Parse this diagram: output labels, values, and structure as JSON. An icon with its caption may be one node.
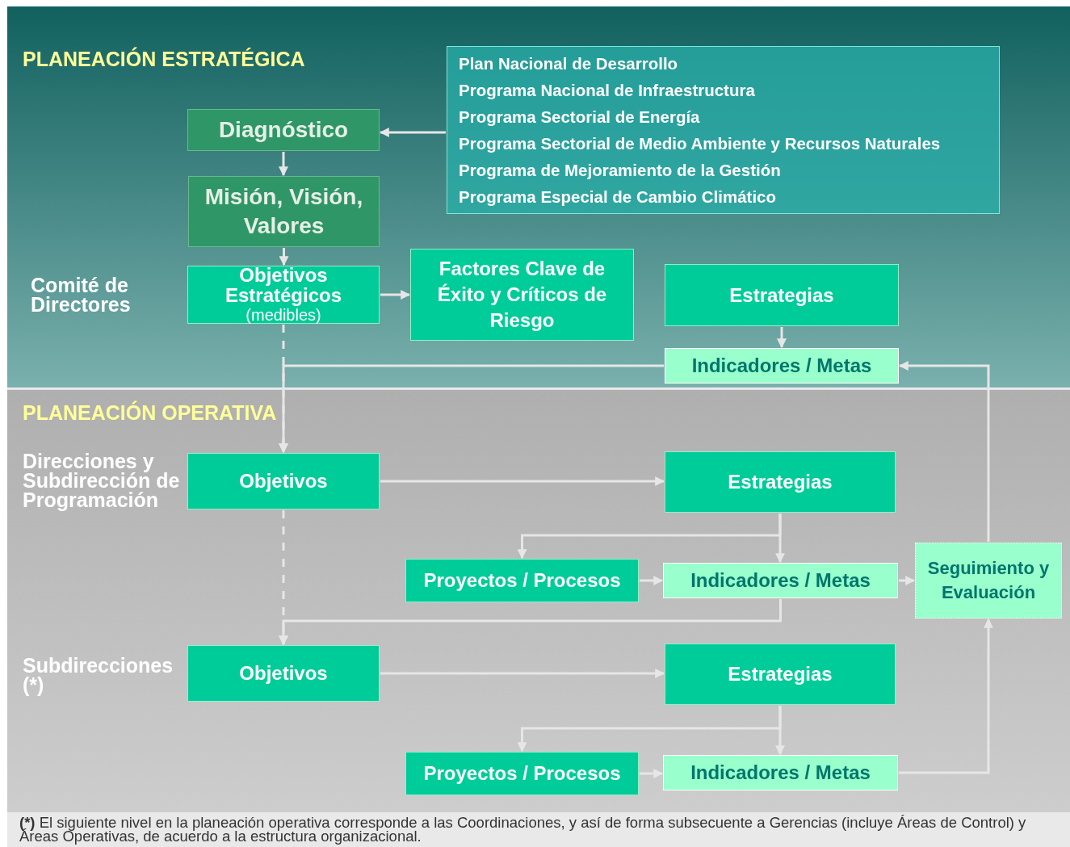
{
  "diagram": {
    "caption": "**(*)** El siguiente nivel en la planeación operativa corresponde a las Coordinaciones, y así de forma subsecuente a Gerencias (incluye Áreas de Control) y Áreas Operativas, de acuerdo a la estructura organizacional.",
    "nodes": [
      {
        "text": [
          "Plan Nacional de Desarrollo",
          "Programa Nacional de Infraestructura",
          "Programa Sectorial de Energía",
          "Programa Sectorial de Medio Ambiente y Recursos Naturales",
          "Programa de Mejoramiento de la Gestión",
          "Programa Especial de Cambio Climático"
        ]
      },
      {
        "text": [
          "Diagnóstico"
        ]
      },
      {
        "text": [
          "Misión, Visión, Valores"
        ]
      },
      {
        "text": [
          "Objetivos Estratégicos",
          "(medibles)"
        ]
      },
      {
        "text": [
          "Factores Clave de Éxito y Críticos de Riesgo"
        ]
      },
      {
        "text": [
          "Estrategias"
        ]
      },
      {
        "text": [
          "Indicadores / Metas"
        ]
      },
      {
        "text": [
          "Objetivos"
        ]
      },
      {
        "text": [
          "Estrategias"
        ]
      },
      {
        "text": [
          "Proyectos / Procesos"
        ]
      },
      {
        "text": [
          "Indicadores / Metas"
        ]
      },
      {
        "text": [
          "Seguimiento y Evaluación"
        ]
      },
      {
        "text": [
          "Objetivos"
        ]
      },
      {
        "text": [
          "Estrategias"
        ]
      },
      {
        "text": [
          "Proyectos / Procesos"
        ]
      },
      {
        "text": [
          "Indicadores / Metas"
        ]
      }
    ],
    "edges": [
      {
        "from": 0,
        "to": 1,
        "arrow": "to"
      },
      {
        "from": 1,
        "to": 2,
        "arrow": "to"
      },
      {
        "from": 2,
        "to": 3,
        "arrow": "to"
      },
      {
        "from": 3,
        "to": 4,
        "arrow": "to"
      },
      {
        "from": 5,
        "to": 6,
        "arrow": "to"
      },
      {
        "from": 3,
        "to": 7,
        "arrow": "to",
        "style": "dashed"
      },
      {
        "from": 6,
        "to": 7,
        "arrow": "to"
      },
      {
        "from": 7,
        "to": 8,
        "arrow": "to"
      },
      {
        "from": 8,
        "to": 9,
        "arrow": "to"
      },
      {
        "from": 8,
        "to": 10,
        "arrow": "to"
      },
      {
        "from": 9,
        "to": 10,
        "arrow": "to"
      },
      {
        "from": 10,
        "to": 11,
        "arrow": "to"
      },
      {
        "from": 11,
        "to": 6,
        "arrow": "to"
      },
      {
        "from": 7,
        "to": 12,
        "arrow": "to",
        "style": "dashed"
      },
      {
        "from": 10,
        "to": 12,
        "arrow": "to"
      },
      {
        "from": 12,
        "to": 13,
        "arrow": "to"
      },
      {
        "from": 13,
        "to": 14,
        "arrow": "to"
      },
      {
        "from": 13,
        "to": 15,
        "arrow": "to"
      },
      {
        "from": 14,
        "to": 15,
        "arrow": "to"
      },
      {
        "from": 15,
        "to": 11,
        "arrow": "to"
      }
    ],
    "labels": [
      "PLANEACIÓN ESTRATÉGICA",
      "Comité de Directores",
      "PLANEACIÓN OPERATIVA",
      "Direcciones y Subdirección de Programación",
      "Subdirecciones (*)"
    ]
  }
}
